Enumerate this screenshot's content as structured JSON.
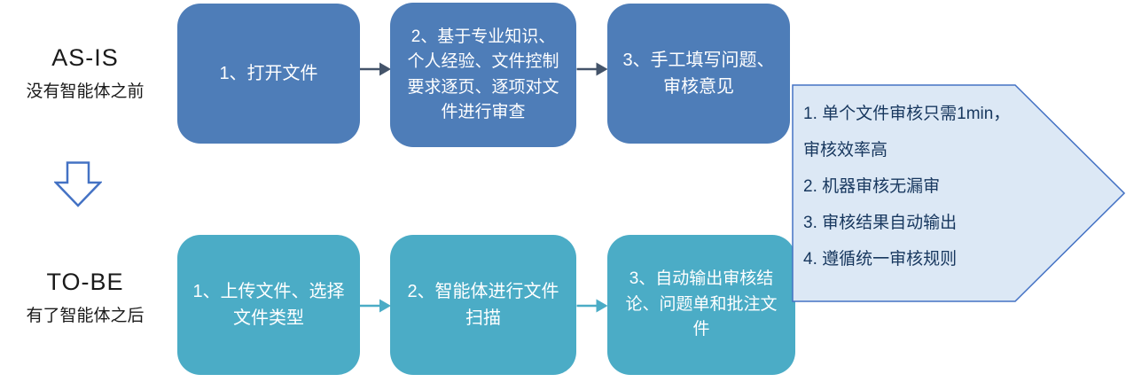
{
  "labels": {
    "as_is": {
      "title": "AS-IS",
      "subtitle": "没有智能体之前"
    },
    "to_be": {
      "title": "TO-BE",
      "subtitle": "有了智能体之后"
    }
  },
  "as_is_steps": [
    {
      "label": "1、打开文件"
    },
    {
      "label": "2、基于专业知识、个人经验、文件控制要求逐页、逐项对文件进行审查"
    },
    {
      "label": "3、手工填写问题、审核意见"
    }
  ],
  "to_be_steps": [
    {
      "label": "1、上传文件、选择文件类型"
    },
    {
      "label": "2、智能体进行文件扫描"
    },
    {
      "label": "3、自动输出审核结论、问题单和批注文件"
    }
  ],
  "benefits": {
    "lines": [
      "1. 单个文件审核只需1min，审核效率高",
      "2. 机器审核无漏审",
      "3. 审核结果自动输出",
      "4. 遵循统一审核规则"
    ]
  },
  "colors": {
    "as_is_box": "#4E7DB8",
    "as_is_arrow": "#44546A",
    "to_be_box": "#4BACC6",
    "to_be_arrow": "#4BACC6",
    "benefit_fill": "#DCE8F5",
    "benefit_border": "#4472C4",
    "benefit_text": "#17375E",
    "transform_arrow": "#4472C4"
  }
}
